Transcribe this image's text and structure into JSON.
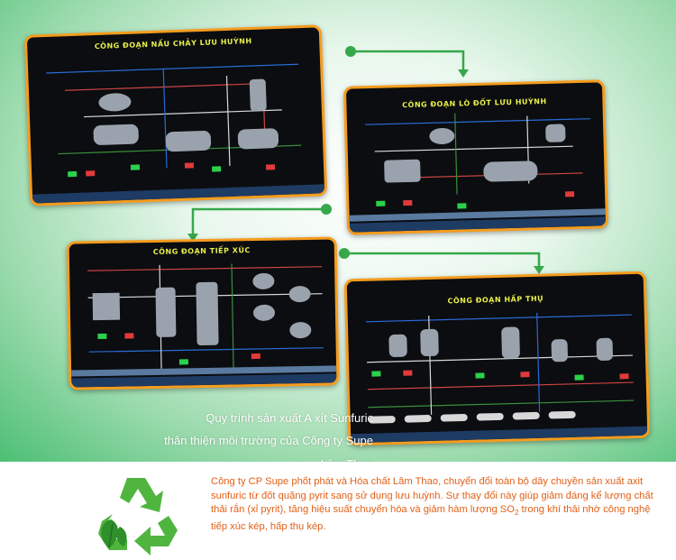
{
  "panels": [
    {
      "title": "CÔNG ĐOẠN NẤU CHẢY LƯU HUỲNH"
    },
    {
      "title": "CÔNG ĐOẠN LÒ ĐỐT LƯU HUỲNH"
    },
    {
      "title": "CÔNG ĐOẠN TIẾP XÚC"
    },
    {
      "title": "CÔNG ĐOẠN HẤP THỤ"
    }
  ],
  "caption": {
    "line1": "Quy trình sản xuất A xít Sunfuric",
    "line2": "thân thiện môi trường của Công ty Supe Lâm Thao"
  },
  "description": {
    "text": "Công ty CP Supe phốt phát và Hóa chất Lâm Thao, chuyển đổi toàn bộ dây chuyền sản xuất axit sunfuric từ đốt quặng pyrit sang sử dụng lưu huỳnh. Sự thay đổi này giúp giảm đáng kể lượng chất thải rắn (xỉ pyrit), tăng hiệu suất chuyển hóa và giảm hàm lượng SO",
    "subscript": "2",
    "tail": " trong khí thải nhờ công nghệ tiếp xúc kép, hấp thụ kép."
  },
  "colors": {
    "frame_border": "#f59c1e",
    "connector": "#36a84a",
    "background_green": "#4cbf74",
    "description_text": "#e0611a",
    "caption_text": "#ffffff",
    "panel_bg": "#0b0d10",
    "panel_title": "#e9ef4a"
  },
  "icons": {
    "recycle": "recycle-leaf-icon"
  }
}
